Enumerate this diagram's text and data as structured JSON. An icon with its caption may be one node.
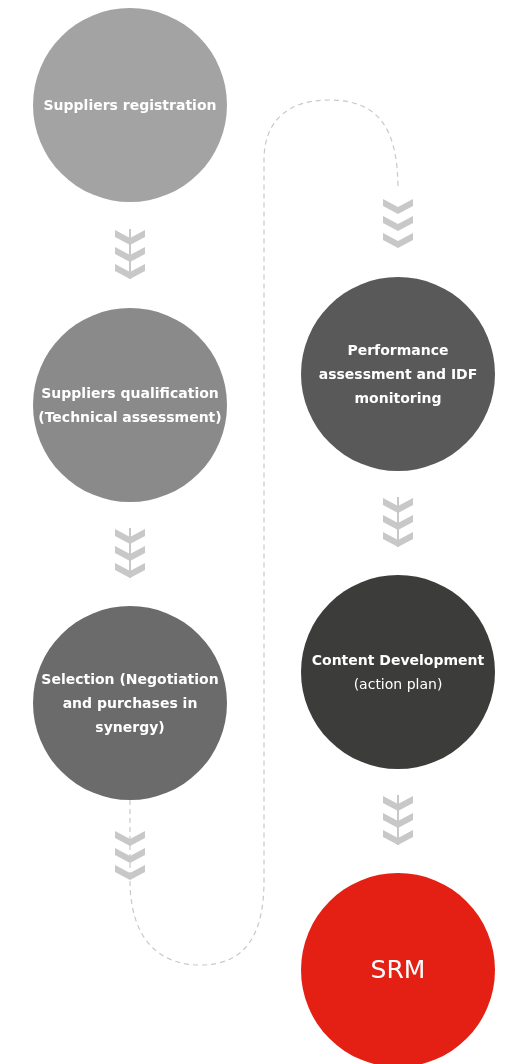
{
  "diagram": {
    "nodes": [
      {
        "text": [
          "Suppliers registration"
        ]
      },
      {
        "text": [
          "Suppliers qualification (Technical assessment)"
        ]
      },
      {
        "text": [
          "Selection (Negotiation and purchases in synergy)"
        ]
      },
      {
        "text": [
          "Performance assessment and IDF monitoring"
        ]
      },
      {
        "text": [
          "Content Development",
          "(action plan)"
        ]
      },
      {
        "text": [
          "SRM"
        ]
      }
    ],
    "edges": [
      {
        "from": 0,
        "to": 1,
        "arrow": "to"
      },
      {
        "from": 1,
        "to": 2,
        "arrow": "to"
      },
      {
        "from": 2,
        "to": 3,
        "arrow": "to",
        "style": "dashed"
      },
      {
        "from": 3,
        "to": 4,
        "arrow": "to"
      },
      {
        "from": 4,
        "to": 5,
        "arrow": "to"
      }
    ]
  }
}
